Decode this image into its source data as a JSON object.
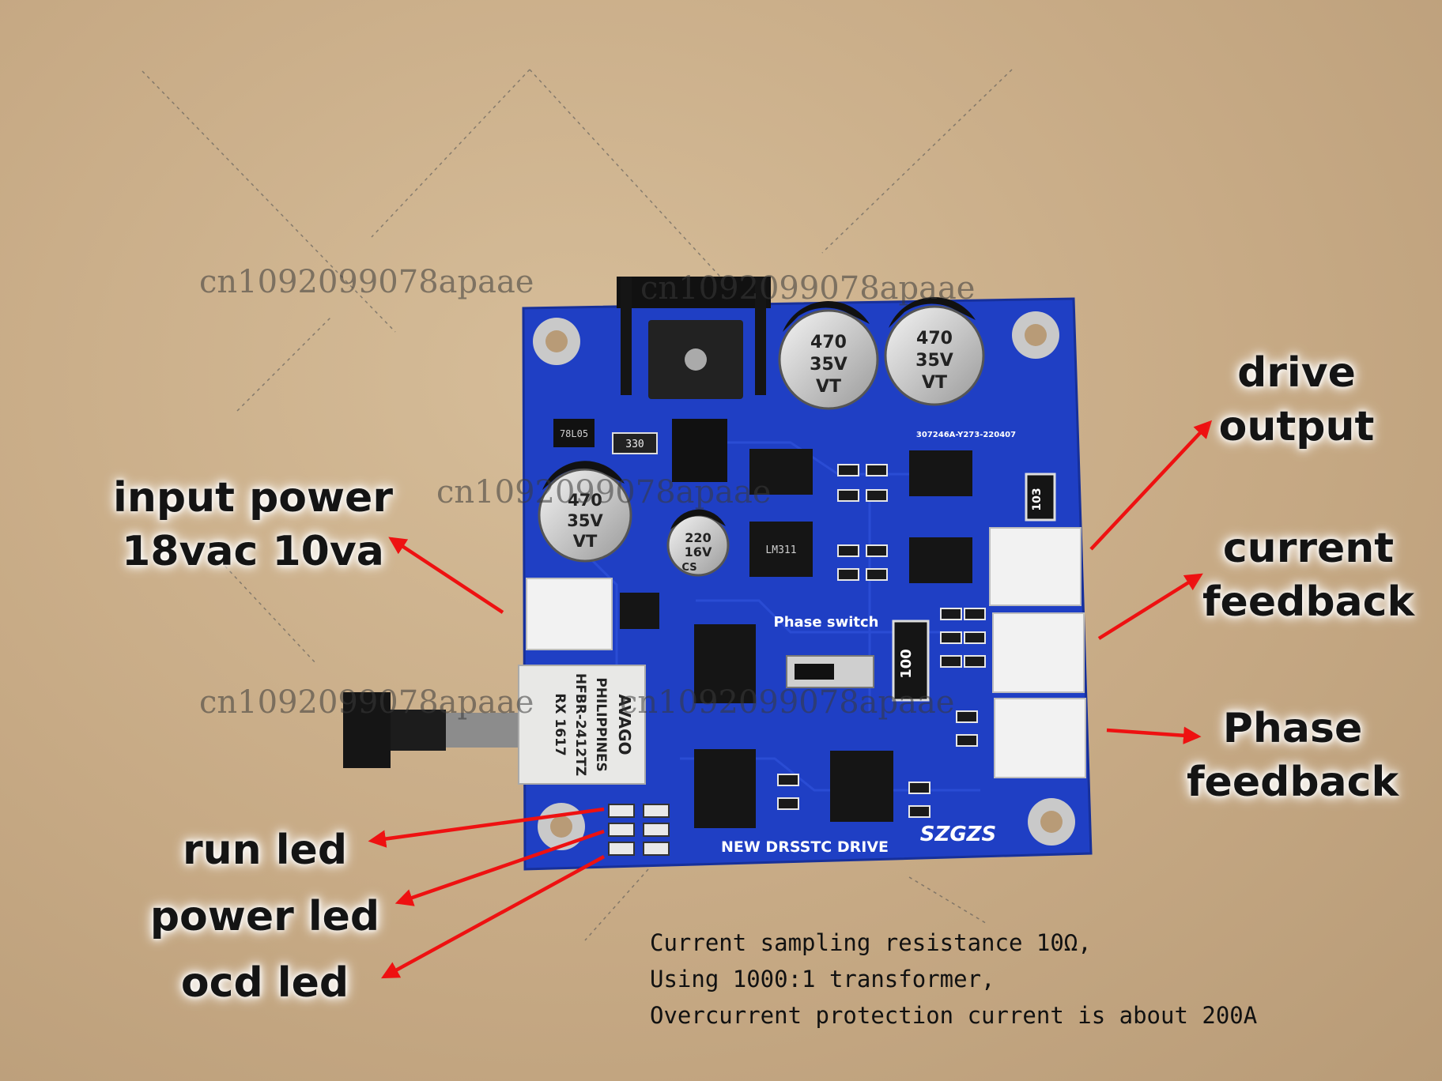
{
  "labels": {
    "input_power_line1": "input power",
    "input_power_line2": "18vac 10va",
    "drive_output_line1": "drive",
    "drive_output_line2": "output",
    "current_feedback_line1": "current",
    "current_feedback_line2": "feedback",
    "phase_feedback_line1": "Phase",
    "phase_feedback_line2": "feedback",
    "run_led": "run led",
    "power_led": "power led",
    "ocd_led": "ocd led"
  },
  "notes": [
    "Current sampling resistance 10Ω,",
    "Using 1000:1 transformer,",
    "Overcurrent protection current is about 200A"
  ],
  "watermark": "cn1092099078apaae",
  "board": {
    "title": "NEW DRSSTC DRIVE",
    "brand": "SZGZS",
    "phase_switch": "Phase switch",
    "part_number": "307246A-Y273-220407",
    "regulator": "78L05",
    "resistor_330": "330",
    "resistor_100": "100",
    "resistor_103": "103",
    "cap_470_value": "470",
    "cap_470_voltage": "35V",
    "cap_series": "VT",
    "cap_220_value": "220",
    "cap_220_voltage": "16V",
    "cap_220_series": "CS",
    "chip_lm311": "LM311",
    "optical_brand": "AVAGO",
    "optical_line1": "PHILIPPINES",
    "optical_line2": "HFBR-2412TZ",
    "optical_line3": "RX  1617"
  },
  "colors": {
    "pcb_blue": "#1f3fc4",
    "arrow_red": "#ee1111",
    "cardboard": "#c9ae8a"
  }
}
